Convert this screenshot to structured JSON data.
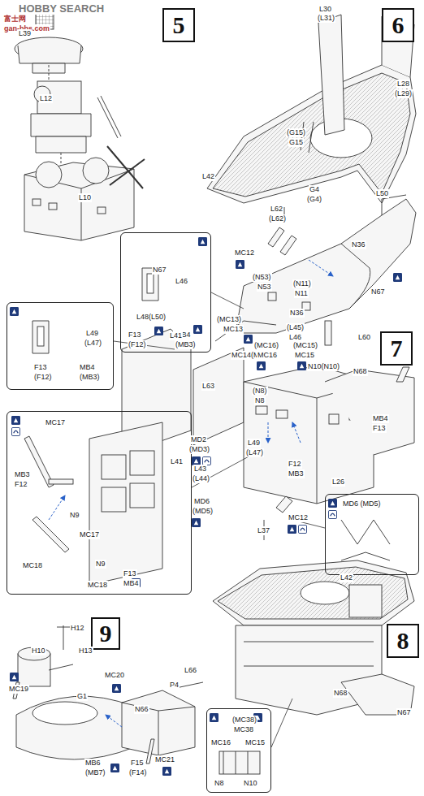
{
  "diagram": {
    "nodes": [
      {
        "text": [
          "5"
        ]
      },
      {
        "text": [
          "6"
        ]
      },
      {
        "text": [
          "N67",
          "L46",
          "L48(L50)",
          "F13",
          "MB4",
          "(F12)",
          "(MB3)"
        ]
      },
      {
        "text": [
          "L49",
          "(L47)",
          "F13",
          "MB4",
          "(F12)",
          "(MB3)"
        ]
      },
      {
        "text": [
          "MC17",
          "MB3",
          "F12",
          "L41",
          "N9",
          "MC17",
          "N9",
          "MC18",
          "MC18",
          "F13",
          "MB4"
        ]
      },
      {
        "text": [
          "7"
        ]
      },
      {
        "text": [
          "MD6 (MD5)"
        ]
      },
      {
        "text": [
          "8"
        ]
      },
      {
        "text": [
          "MC16",
          "(MC38)",
          "MC38",
          "MC15",
          "N8",
          "N10"
        ]
      },
      {
        "text": [
          "9"
        ]
      }
    ],
    "labels": [
      "HOBBY SEARCH",
      "富士网",
      "gan-bbs.com",
      "L39",
      "L12",
      "L10",
      "L30",
      "(L31)",
      "(G15)",
      "G15",
      "L28",
      "(L29)",
      "L42",
      "G4",
      "(G4)",
      "L62",
      "(L62)",
      "MC12",
      "L50",
      "N36",
      "(N53)",
      "N53",
      "(N11)",
      "N11",
      "N36",
      "N67",
      "(MC13)",
      "MC13",
      "(L45)",
      "L46",
      "L60",
      "MC14(MC14)",
      "L41",
      "L63",
      "(MC16)",
      "MC16",
      "(MC15)",
      "MC15",
      "N10(N10)",
      "N68",
      "(N8)",
      "N8",
      "MB4",
      "F13",
      "MD2",
      "(MD3)",
      "L49",
      "(L47)",
      "F12",
      "MB3",
      "L26",
      "L43",
      "(L44)",
      "MD6",
      "(MD5)",
      "MC12",
      "L37",
      "L42",
      "N68",
      "N67",
      "H12",
      "H10",
      "H13",
      "MC20",
      "MC19",
      "G1",
      "N66",
      "L66",
      "P4",
      "MB6",
      "(MB7)",
      "F15",
      "(F14)",
      "MC21"
    ]
  }
}
